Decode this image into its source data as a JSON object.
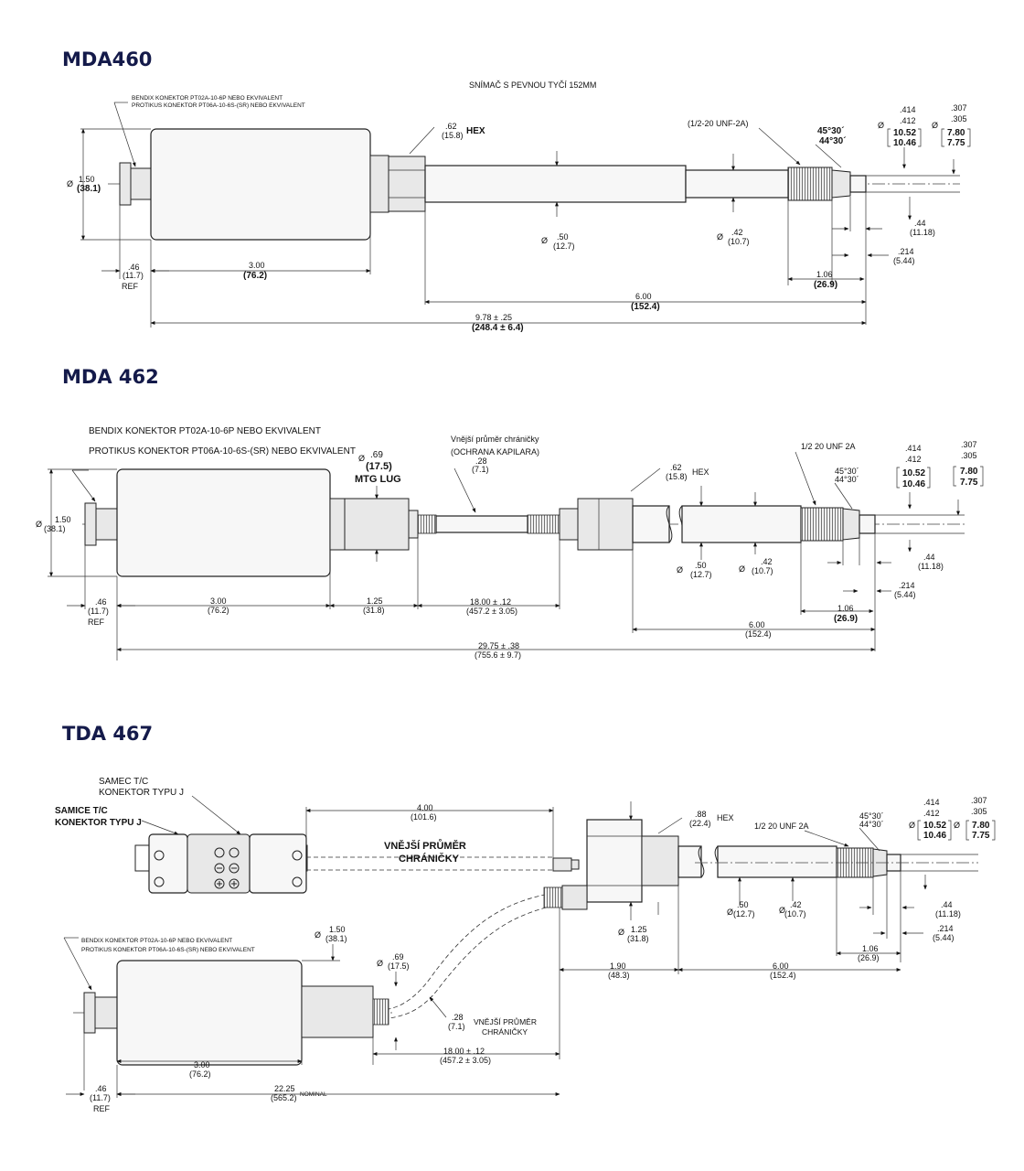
{
  "mda460": {
    "title": "MDA460",
    "subtitle": "SNÍMAČ S PEVNOU TYČÍ 152MM",
    "connector_1": "BENDIX KONEKTOR PT02A-10-6P NEBO EKVIVALENT",
    "connector_2": "PROTIKUS KONEKTOR PT06A-10-6S-(SR) NEBO EKVIVALENT",
    "dia_150_in": "1.50",
    "dia_150_mm": "(38.1)",
    "hex_in": ".62",
    "hex_mm": "(15.8)",
    "hex_label": "HEX",
    "thread": "(1/2-20 UNF-2A)",
    "angle_1": "45°30´",
    "angle_2": "44°30´",
    "tol_414": ".414",
    "tol_412": ".412",
    "tol_1052": "10.52",
    "tol_1046": "10.46",
    "tol_307": ".307",
    "tol_305": ".305",
    "tol_780": "7.80",
    "tol_775": "7.75",
    "dia_050_in": ".50",
    "dia_050_mm": "(12.7)",
    "dia_042_in": ".42",
    "dia_042_mm": "(10.7)",
    "d044_in": ".44",
    "d044_mm": "(11.18)",
    "d0214_in": ".214",
    "d0214_mm": "(5.44)",
    "d106_in": "1.06",
    "d106_mm": "(26.9)",
    "ref_in": ".46",
    "ref_mm": "(11.7)",
    "ref": "REF",
    "d300_in": "3.00",
    "d300_mm": "(76.2)",
    "d600_in": "6.00",
    "d600_mm": "(152.4)",
    "d978_in": "9.78 ± .25",
    "d978_mm": "(248.4 ± 6.4)"
  },
  "mda462": {
    "title": "MDA 462",
    "connector_1": "BENDIX KONEKTOR PT02A-10-6P NEBO EKVIVALENT",
    "connector_2": "PROTIKUS KONEKTOR PT06A-10-6S-(SR) NEBO EKVIVALENT",
    "lug_in": ".69",
    "lug_mm": "(17.5)",
    "lug_label": "MTG LUG",
    "sheath_1": "Vnější průměr chráničky",
    "sheath_2": "(OCHRANA KAPILARA)",
    "sheath_in": ".28",
    "sheath_mm": "(7.1)",
    "hex_in": ".62",
    "hex_mm": "(15.8)",
    "hex_label": "HEX",
    "thread": "1/2 20 UNF 2A",
    "angle_1": "45°30´",
    "angle_2": "44°30´",
    "tol_414": ".414",
    "tol_412": ".412",
    "tol_1052": "10.52",
    "tol_1046": "10.46",
    "tol_307": ".307",
    "tol_305": ".305",
    "tol_780": "7.80",
    "tol_775": "7.75",
    "dia_150_in": "1.50",
    "dia_150_mm": "(38.1)",
    "dia_050_in": ".50",
    "dia_050_mm": "(12.7)",
    "dia_042_in": ".42",
    "dia_042_mm": "(10.7)",
    "d044_in": ".44",
    "d044_mm": "(11.18)",
    "d0214_in": ".214",
    "d0214_mm": "(5.44)",
    "d106_in": "1.06",
    "d106_mm": "(26.9)",
    "ref_in": ".46",
    "ref_mm": "(11.7)",
    "ref": "REF",
    "d300_in": "3.00",
    "d300_mm": "(76.2)",
    "d125_in": "1.25",
    "d125_mm": "(31.8)",
    "d1800_in": "18.00 ± .12",
    "d1800_mm": "(457.2 ± 3.05)",
    "d600_in": "6.00",
    "d600_mm": "(152.4)",
    "d2975_in": "29.75 ± .38",
    "d2975_mm": "(755.6 ± 9.7)"
  },
  "tda467": {
    "title": "TDA 467",
    "male_1": "SAMEC T/C",
    "male_2": "KONEKTOR TYPU J",
    "female_1": "SAMICE T/C",
    "female_2": "KONEKTOR TYPU J",
    "d400_in": "4.00",
    "d400_mm": "(101.6)",
    "sheath_top_1": "VNĚJŠÍ PRŮMĚR",
    "sheath_top_2": "CHRÁNIČKY",
    "hex_in": ".88",
    "hex_mm": "(22.4)",
    "hex_label": "HEX",
    "thread": "1/2 20 UNF 2A",
    "angle_1": "45°30´",
    "angle_2": "44°30´",
    "tol_414": ".414",
    "tol_412": ".412",
    "tol_1052": "10.52",
    "tol_1046": "10.46",
    "tol_307": ".307",
    "tol_305": ".305",
    "tol_780": "7.80",
    "tol_775": "7.75",
    "connector_1": "BENDIX KONEKTOR PT02A-10-6P NEBO EKVIVALENT",
    "connector_2": "PROTIKUS KONEKTOR PT06A-10-6S-(SR) NEBO EKVIVALENT",
    "dia_150_in": "1.50",
    "dia_150_mm": "(38.1)",
    "dia_069_in": ".69",
    "dia_069_mm": "(17.5)",
    "dia_125_in": "1.25",
    "dia_125_mm": "(31.8)",
    "dia_050_in": ".50",
    "dia_050_mm": "(12.7)",
    "dia_042_in": ".42",
    "dia_042_mm": "(10.7)",
    "d044_in": ".44",
    "d044_mm": "(11.18)",
    "d0214_in": ".214",
    "d0214_mm": "(5.44)",
    "d106_in": "1.06",
    "d106_mm": "(26.9)",
    "sheath_in": ".28",
    "sheath_mm": "(7.1)",
    "sheath_bot_1": "VNĚJŠÍ PRŮMĚR",
    "sheath_bot_2": "CHRÁNIČKY",
    "d190_in": "1.90",
    "d190_mm": "(48.3)",
    "d600_in": "6.00",
    "d600_mm": "(152.4)",
    "d300_in": "3.00",
    "d300_mm": "(76.2)",
    "d1800_in": "18.00 ± .12",
    "d1800_mm": "(457.2 ± 3.05)",
    "ref_in": ".46",
    "ref_mm": "(11.7)",
    "ref": "REF",
    "d2225_in": "22.25",
    "d2225_mm": "(565.2)",
    "nominal": "NOMINAL",
    "phi": "Ø"
  }
}
